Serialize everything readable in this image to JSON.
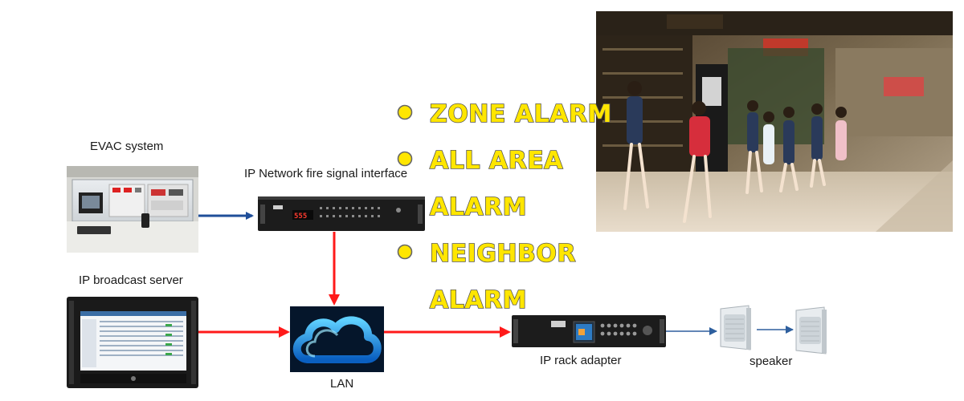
{
  "labels": {
    "evac": "EVAC system",
    "fire_interface": "IP Network fire signal interface",
    "broadcast_server": "IP broadcast server",
    "lan": "LAN",
    "rack_adapter": "IP rack adapter",
    "speaker": "speaker"
  },
  "alarm_modes": [
    {
      "lines": [
        "ZONE ALARM"
      ]
    },
    {
      "lines": [
        "ALL AREA",
        "ALARM"
      ]
    },
    {
      "lines": [
        "NEIGHBOR",
        "ALARM"
      ]
    }
  ],
  "device_display": "555",
  "colors": {
    "blue_arrow": "#1f4e99",
    "red_arrow": "#ff1a1a",
    "thin_arrow": "#2e5f9e",
    "bullet_fill": "#ffe600",
    "cloud": "#1e8fe0"
  },
  "icons": {
    "cloud": "cloud-icon",
    "bullet": "bullet-dot-icon",
    "speaker": "wall-speaker-icon"
  }
}
